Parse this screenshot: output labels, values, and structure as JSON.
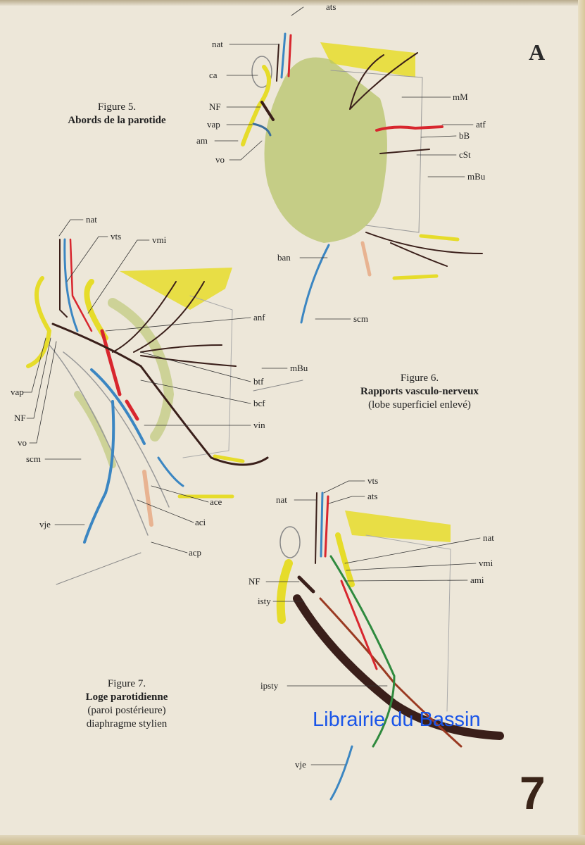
{
  "plate_letter": "A",
  "page_number": "7",
  "watermark": "Librairie du Bassin",
  "figure5": {
    "number": "Figure 5.",
    "title": "Abords de la parotide",
    "labels": {
      "nat": "nat",
      "ats": "ats",
      "ca": "ca",
      "NF": "NF",
      "vap": "vap",
      "am": "am",
      "vo": "vo",
      "mM": "mM",
      "atf": "atf",
      "bB": "bB",
      "cSt": "cSt",
      "mBu": "mBu",
      "ban": "ban",
      "scm": "scm"
    }
  },
  "figure6": {
    "number": "Figure 6.",
    "title": "Rapports vasculo-nerveux",
    "subtitle": "(lobe superficiel enlevé)",
    "labels": {
      "nat": "nat",
      "vts": "vts",
      "vmi": "vmi",
      "anf": "anf",
      "mBu": "mBu",
      "btf": "btf",
      "bcf": "bcf",
      "vin": "vin",
      "vap": "vap",
      "NF": "NF",
      "vo": "vo",
      "scm": "scm",
      "ace": "ace",
      "aci": "aci",
      "acp": "acp",
      "vje": "vje"
    }
  },
  "figure7": {
    "number": "Figure 7.",
    "title": "Loge parotidienne",
    "line2": "(paroi postérieure)",
    "line3": "diaphragme stylien",
    "labels": {
      "vts": "vts",
      "nat": "nat",
      "ats": "ats",
      "nat2": "nat",
      "vmi": "vmi",
      "ami": "ami",
      "NF": "NF",
      "isty": "isty",
      "ipsty": "ipsty",
      "vje": "vje"
    }
  },
  "colors": {
    "paper": "#ede7d9",
    "nerve": "#3a1f1a",
    "artery": "#d8262e",
    "vein": "#3b86c2",
    "bone": "#e6dc2a",
    "gland": "#b7c46a",
    "watermark": "#1a55e8"
  }
}
